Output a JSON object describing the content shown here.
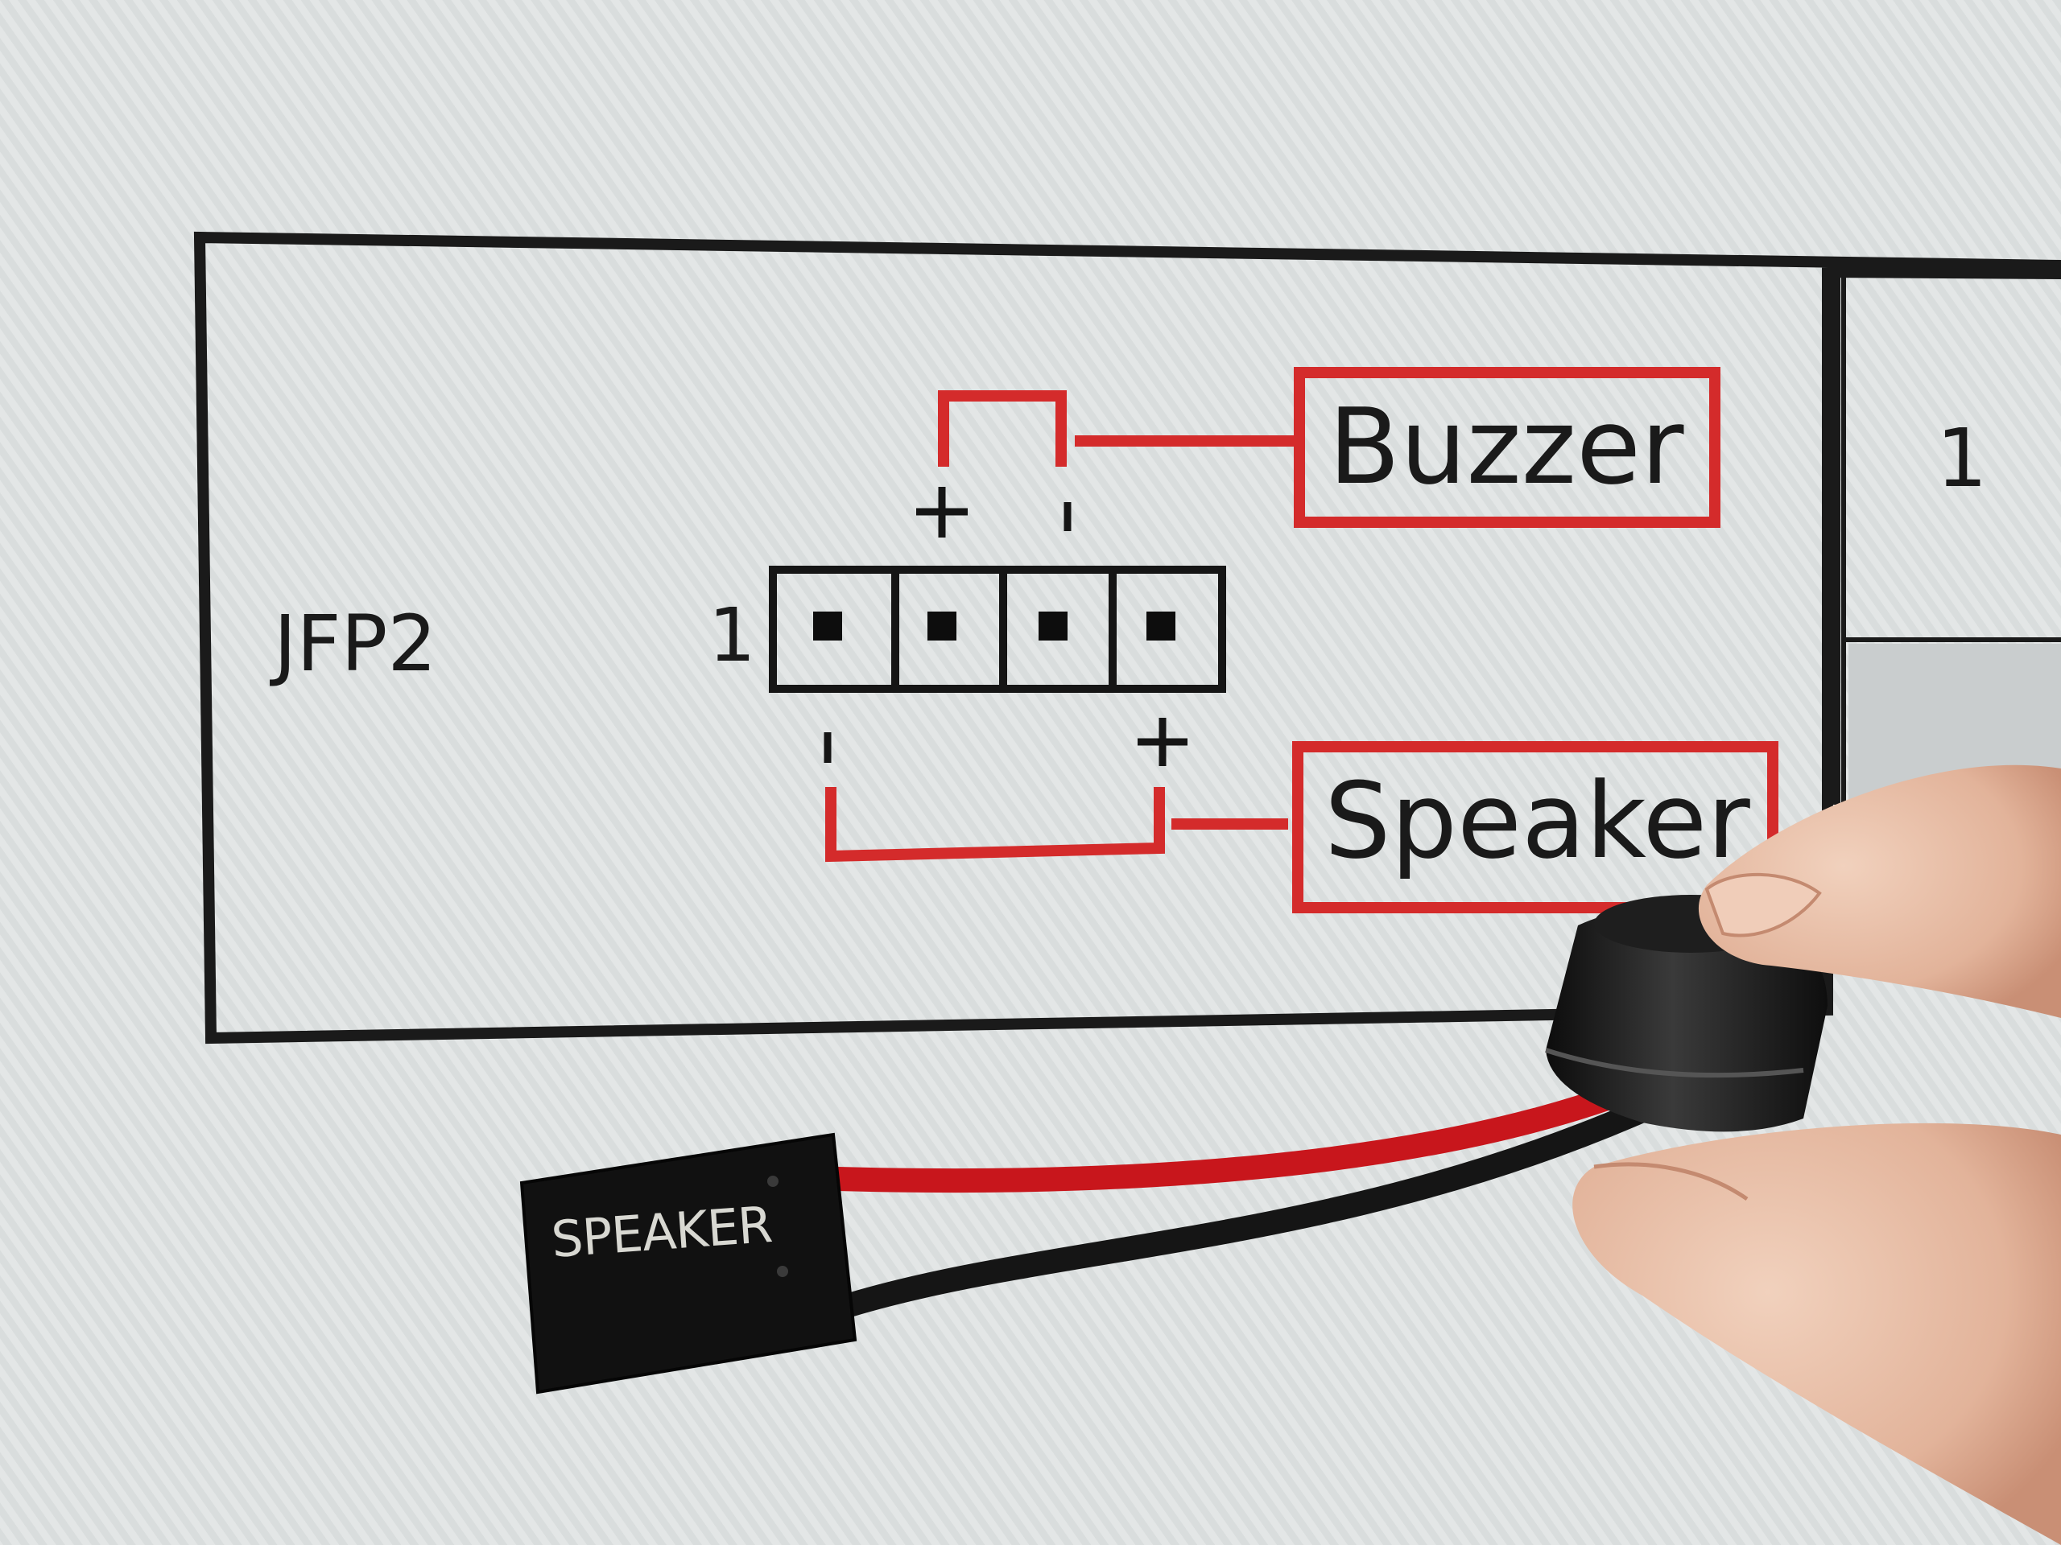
{
  "diagram": {
    "header_name": "JFP2",
    "pin_one_marker": "1",
    "buzzer_label": "Buzzer",
    "speaker_label": "Speaker",
    "buzzer_polarity": [
      "+",
      "-"
    ],
    "speaker_polarity": [
      "-",
      "+"
    ],
    "table_row_number": "1"
  },
  "connector": {
    "plug_label": "SPEAKER"
  },
  "colors": {
    "screen_background": "#dfe3e4",
    "diagram_line": "#1a1a1a",
    "callout_red": "#d42b2b",
    "wire_red": "#c8161c",
    "wire_black": "#151515",
    "skin": "#e8bfa5"
  }
}
